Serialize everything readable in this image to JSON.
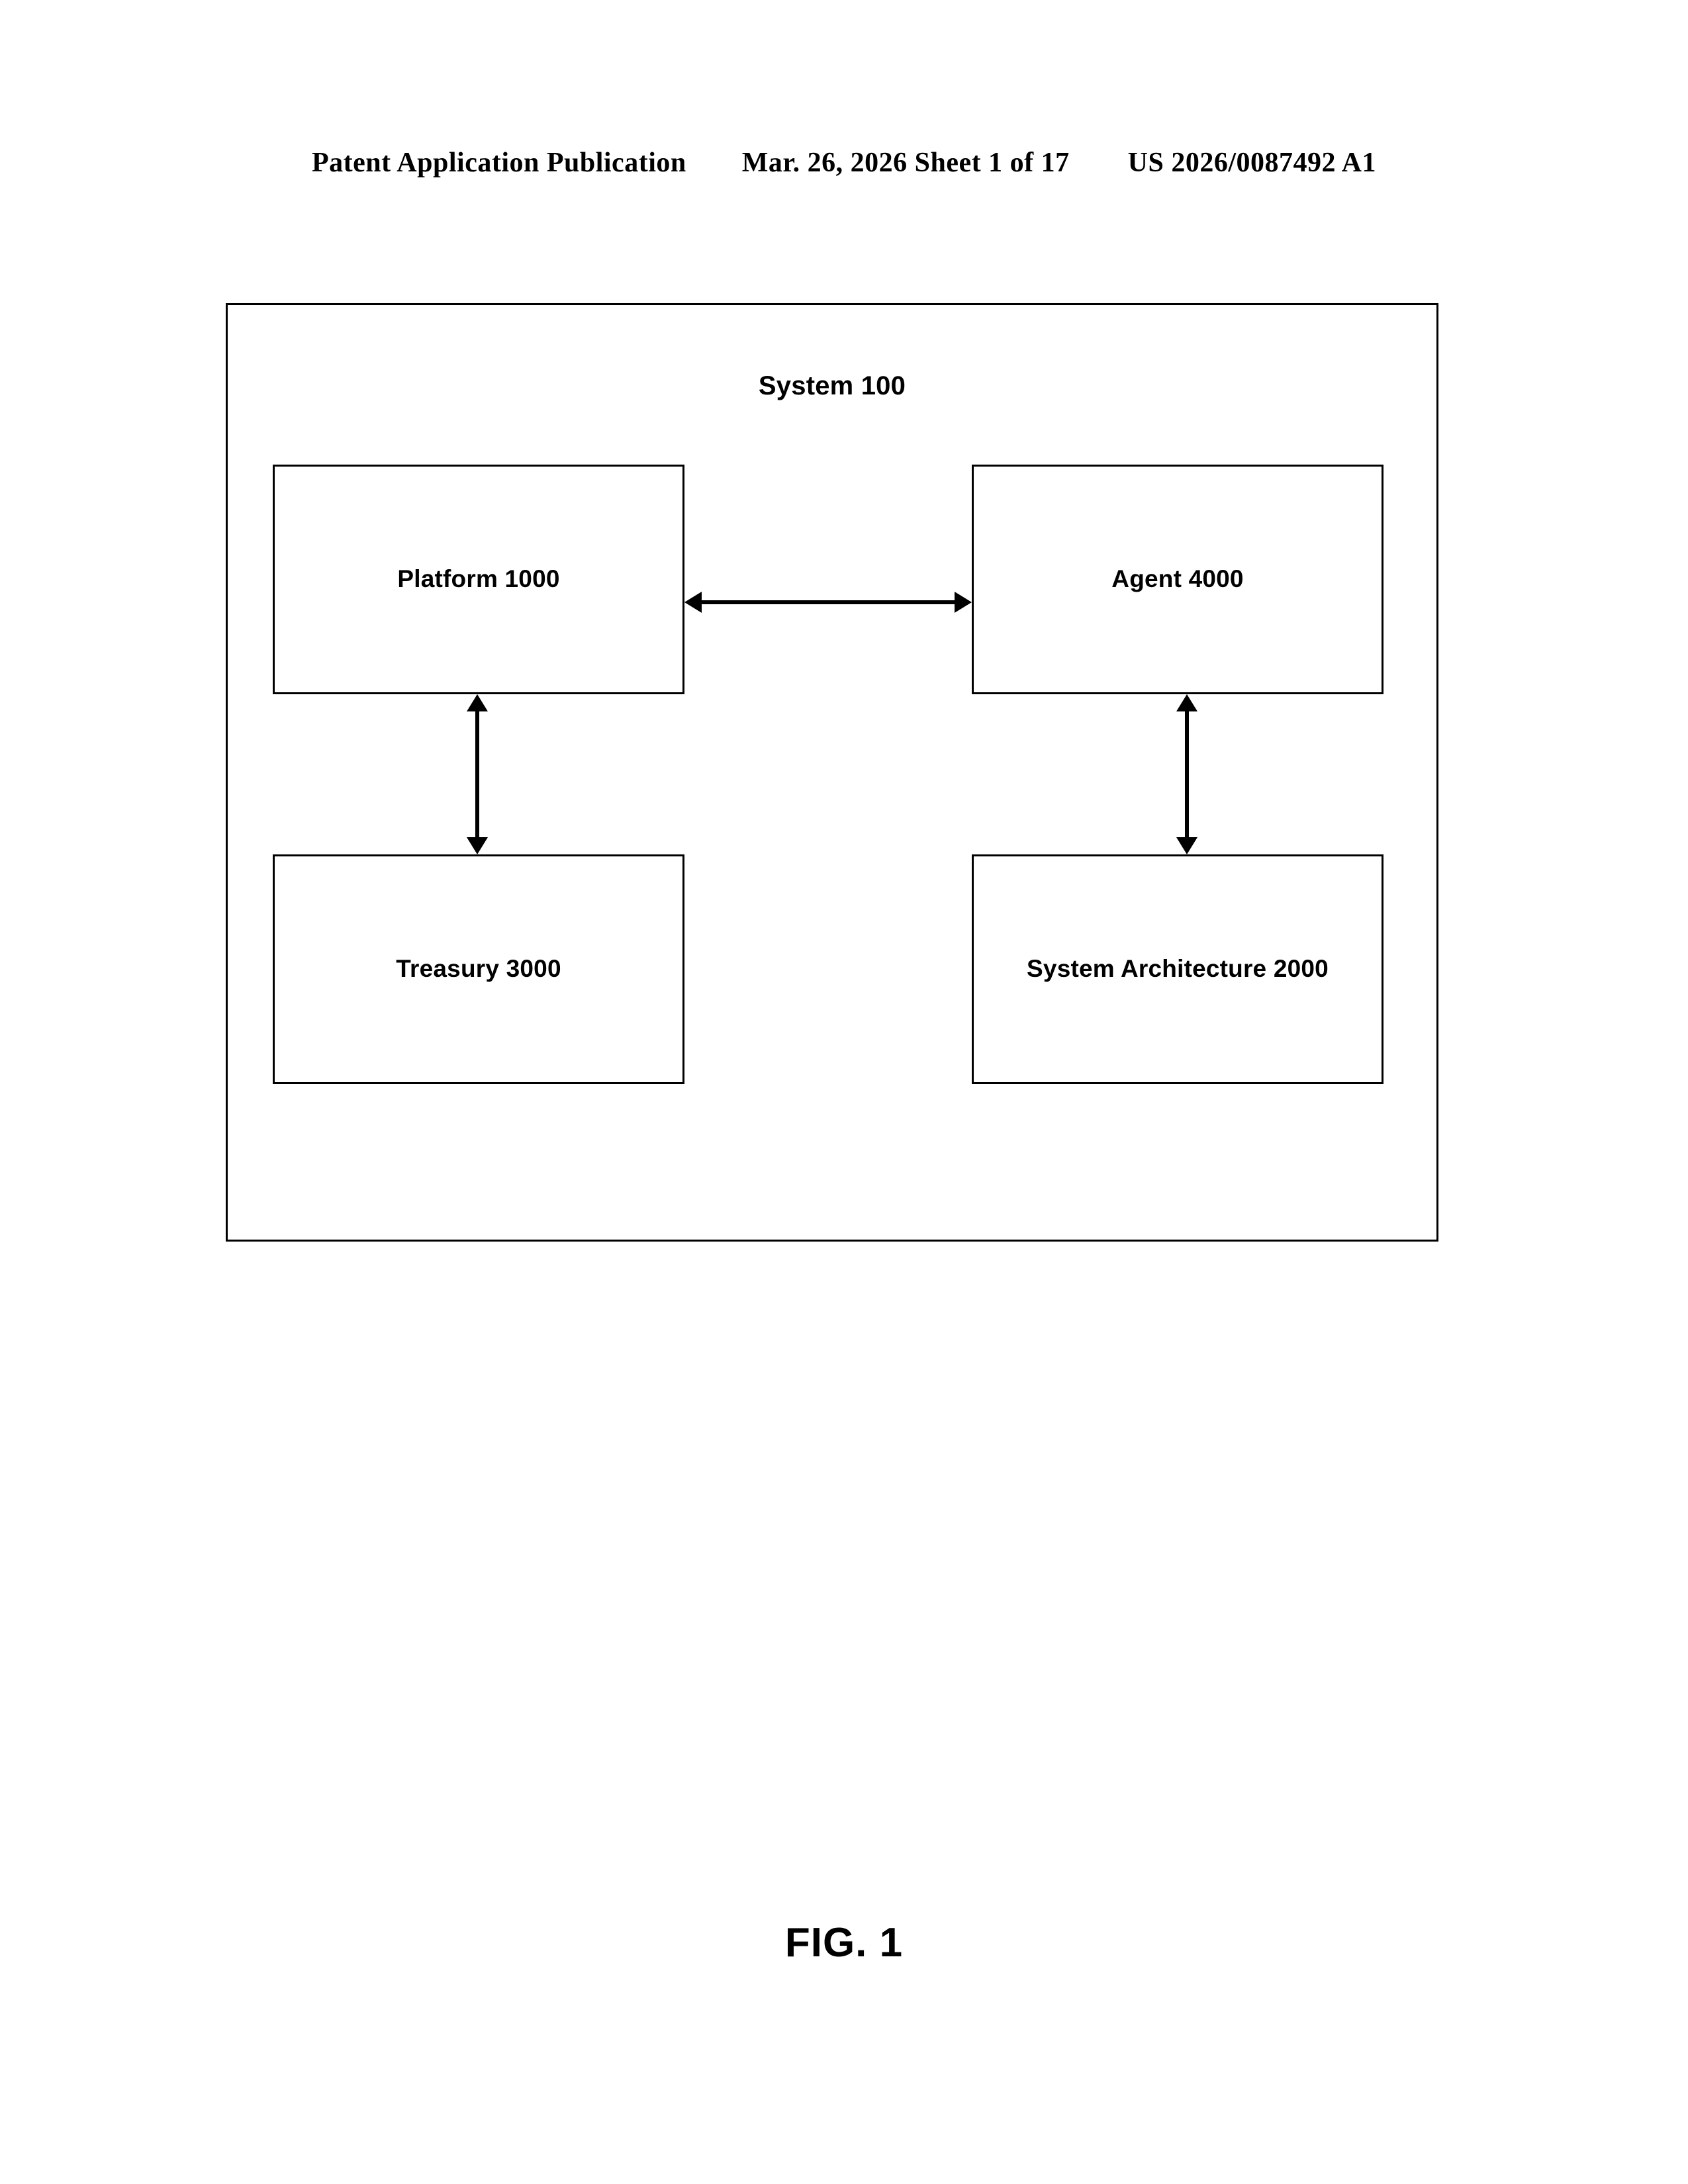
{
  "header": {
    "publication_label": "Patent Application Publication",
    "sheet_info": "Mar. 26, 2026  Sheet 1 of 17",
    "publication_number": "US 2026/0087492 A1"
  },
  "figure": {
    "caption": "FIG. 1",
    "system_title": "System 100",
    "nodes": [
      {
        "id": "platform",
        "label": "Platform 1000"
      },
      {
        "id": "agent",
        "label": "Agent 4000"
      },
      {
        "id": "treasury",
        "label": "Treasury 3000"
      },
      {
        "id": "system_architecture",
        "label": "System Architecture 2000"
      }
    ],
    "connectors": [
      {
        "id": "platform-agent",
        "from": "Platform 1000",
        "to": "Agent 4000",
        "style": "double-headed-arrow",
        "orientation": "horizontal"
      },
      {
        "id": "platform-treasury",
        "from": "Platform 1000",
        "to": "Treasury 3000",
        "style": "double-headed-arrow",
        "orientation": "vertical"
      },
      {
        "id": "agent-system-architecture",
        "from": "Agent 4000",
        "to": "System Architecture 2000",
        "style": "double-headed-arrow",
        "orientation": "vertical"
      }
    ]
  },
  "colors": {
    "ink": "#000000",
    "paper": "#ffffff"
  }
}
